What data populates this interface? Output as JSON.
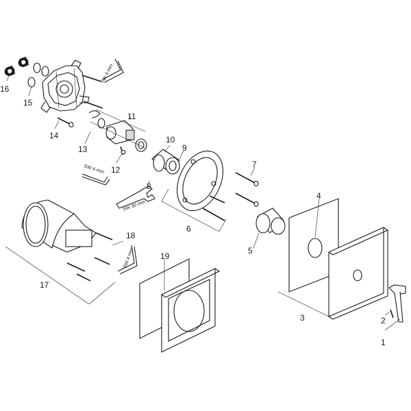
{
  "callouts": [
    {
      "id": "c1",
      "text": "1"
    },
    {
      "id": "c2",
      "text": "2"
    },
    {
      "id": "c3",
      "text": "3"
    },
    {
      "id": "c4",
      "text": "4"
    },
    {
      "id": "c5",
      "text": "5"
    },
    {
      "id": "c6",
      "text": "6"
    },
    {
      "id": "c7",
      "text": "7"
    },
    {
      "id": "c8",
      "text": "8"
    },
    {
      "id": "c9",
      "text": "9"
    },
    {
      "id": "c10",
      "text": "10"
    },
    {
      "id": "c11",
      "text": "11"
    },
    {
      "id": "c12",
      "text": "12"
    },
    {
      "id": "c13",
      "text": "13"
    },
    {
      "id": "c14",
      "text": "14"
    },
    {
      "id": "c15",
      "text": "15"
    },
    {
      "id": "c16",
      "text": "16"
    },
    {
      "id": "c17",
      "text": "17"
    },
    {
      "id": "c18",
      "text": "18"
    },
    {
      "id": "c19",
      "text": "19"
    }
  ],
  "tool_labels": {
    "sw4_top": "SW 4 mm",
    "sw4_mid": "SW 4 mm",
    "sw30": "SW 30 mm",
    "sw4_right": "SW 4 mm"
  },
  "colors": {
    "line": "#1a1a1a",
    "background": "#ffffff"
  }
}
